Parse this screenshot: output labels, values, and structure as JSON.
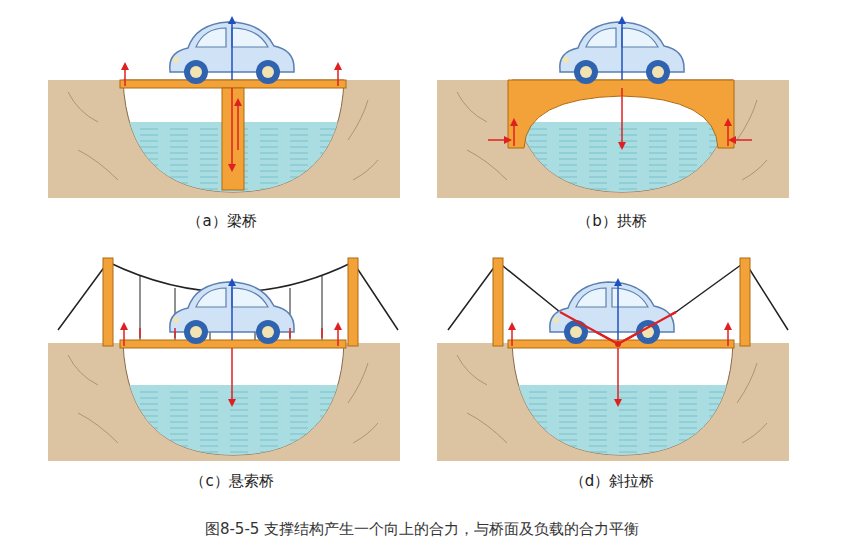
{
  "diagram": {
    "caption": "图8-5-5 支撑结构产生一个向上的合力，与桥面及负载的合力平衡",
    "labels": [
      "（a）梁桥",
      "（b）拱桥",
      "（c）悬索桥",
      "（d）斜拉桥"
    ]
  }
}
